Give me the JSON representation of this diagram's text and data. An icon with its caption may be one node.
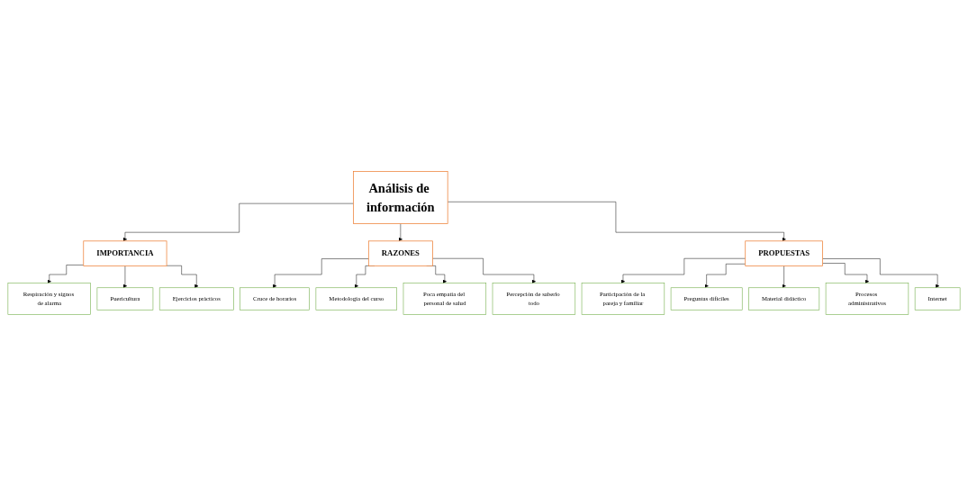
{
  "diagram": {
    "nodes": [
      {
        "text": [
          "Análisis de información"
        ]
      },
      {
        "text": [
          "IMPORTANCIA"
        ]
      },
      {
        "text": [
          "RAZONES"
        ]
      },
      {
        "text": [
          "PROPUESTAS"
        ]
      },
      {
        "text": [
          "Respiración y signos de alarma"
        ]
      },
      {
        "text": [
          "Puericultura"
        ]
      },
      {
        "text": [
          "Ejercicios prácticos"
        ]
      },
      {
        "text": [
          "Cruce de horarios"
        ]
      },
      {
        "text": [
          "Metodología del curso"
        ]
      },
      {
        "text": [
          "Poca empatía del personal de salud"
        ]
      },
      {
        "text": [
          "Percepción de saberlo todo"
        ]
      },
      {
        "text": [
          "Participación de la pareja y familiar"
        ]
      },
      {
        "text": [
          "Preguntas difíciles"
        ]
      },
      {
        "text": [
          "Material didáctico"
        ]
      },
      {
        "text": [
          "Procesos administrativos"
        ]
      },
      {
        "text": [
          "Internet"
        ]
      }
    ],
    "edges": [
      {
        "from": 0,
        "to": 1,
        "arrow": "to"
      },
      {
        "from": 0,
        "to": 2,
        "arrow": "to"
      },
      {
        "from": 0,
        "to": 3,
        "arrow": "to"
      },
      {
        "from": 1,
        "to": 4,
        "arrow": "to"
      },
      {
        "from": 1,
        "to": 5,
        "arrow": "to"
      },
      {
        "from": 1,
        "to": 6,
        "arrow": "to"
      },
      {
        "from": 2,
        "to": 7,
        "arrow": "to"
      },
      {
        "from": 2,
        "to": 8,
        "arrow": "to"
      },
      {
        "from": 2,
        "to": 9,
        "arrow": "to"
      },
      {
        "from": 2,
        "to": 10,
        "arrow": "to"
      },
      {
        "from": 3,
        "to": 11,
        "arrow": "to"
      },
      {
        "from": 3,
        "to": 12,
        "arrow": "to"
      },
      {
        "from": 3,
        "to": 13,
        "arrow": "to"
      },
      {
        "from": 3,
        "to": 14,
        "arrow": "to"
      },
      {
        "from": 3,
        "to": 15,
        "arrow": "to"
      }
    ]
  }
}
